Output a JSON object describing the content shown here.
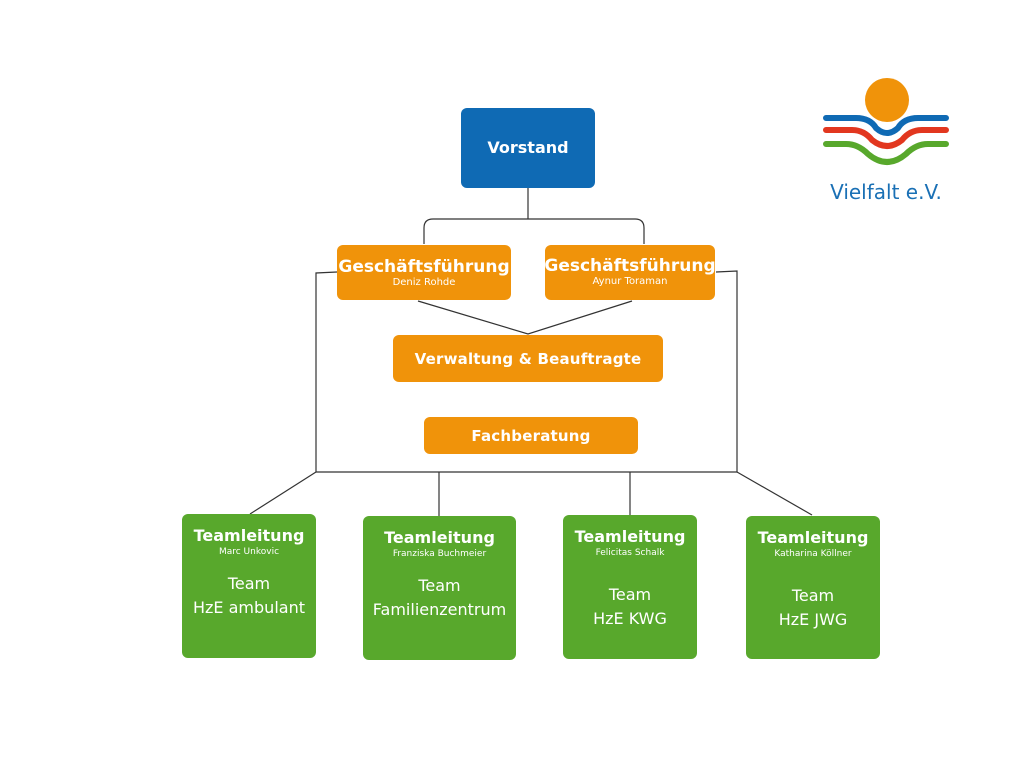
{
  "logo": {
    "name": "Vielfalt e.V.",
    "colors": {
      "sun": "#f0930a",
      "blue": "#0f6ab4",
      "red": "#e2371f",
      "green": "#58a82c"
    }
  },
  "board": {
    "title": "Vorstand",
    "color": "#0f6ab4"
  },
  "management": [
    {
      "title": "Geschäftsführung",
      "name": "Deniz Rohde"
    },
    {
      "title": "Geschäftsführung",
      "name": "Aynur Toraman"
    }
  ],
  "staff_units": [
    {
      "title": "Verwaltung & Beauftragte"
    },
    {
      "title": "Fachberatung"
    }
  ],
  "teams": [
    {
      "title": "Teamleitung",
      "name": "Marc Unkovic",
      "team_line1": "Team",
      "team_line2": "HzE ambulant"
    },
    {
      "title": "Teamleitung",
      "name": "Franziska Buchmeier",
      "team_line1": "Team",
      "team_line2": "Familienzentrum"
    },
    {
      "title": "Teamleitung",
      "name": "Felicitas Schalk",
      "team_line1": "Team",
      "team_line2": "HzE KWG"
    },
    {
      "title": "Teamleitung",
      "name": "Katharina Köllner",
      "team_line1": "Team",
      "team_line2": "HzE JWG"
    }
  ],
  "colors": {
    "orange": "#f0930a",
    "green": "#58a82c",
    "line": "#333333"
  }
}
